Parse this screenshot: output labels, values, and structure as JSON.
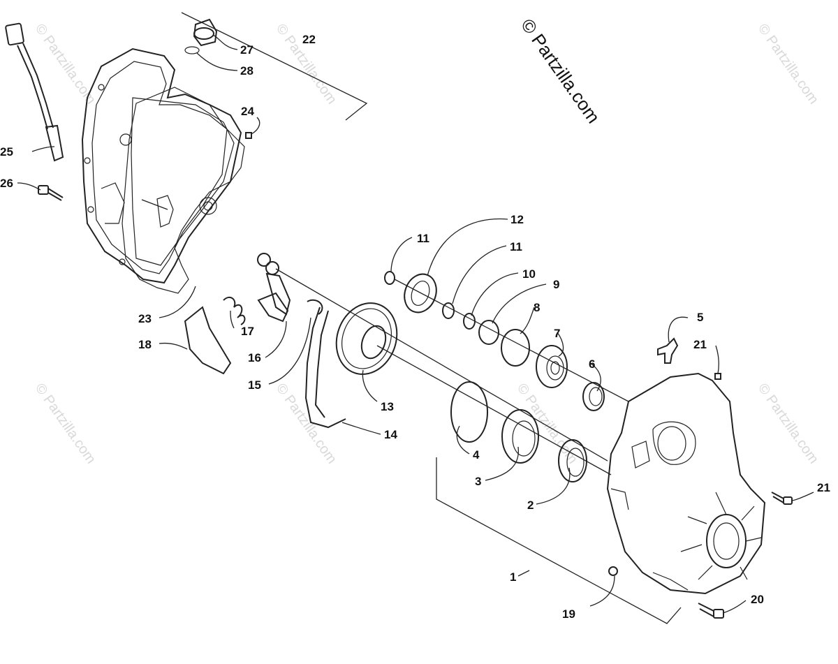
{
  "copyright": "© Partzilla.com",
  "watermark": "© Partzilla.com",
  "callouts": [
    "1",
    "2",
    "3",
    "4",
    "5",
    "6",
    "7",
    "8",
    "9",
    "10",
    "11",
    "11",
    "12",
    "13",
    "14",
    "15",
    "16",
    "17",
    "18",
    "19",
    "20",
    "21",
    "21",
    "22",
    "23",
    "24",
    "25",
    "26",
    "27",
    "28"
  ]
}
